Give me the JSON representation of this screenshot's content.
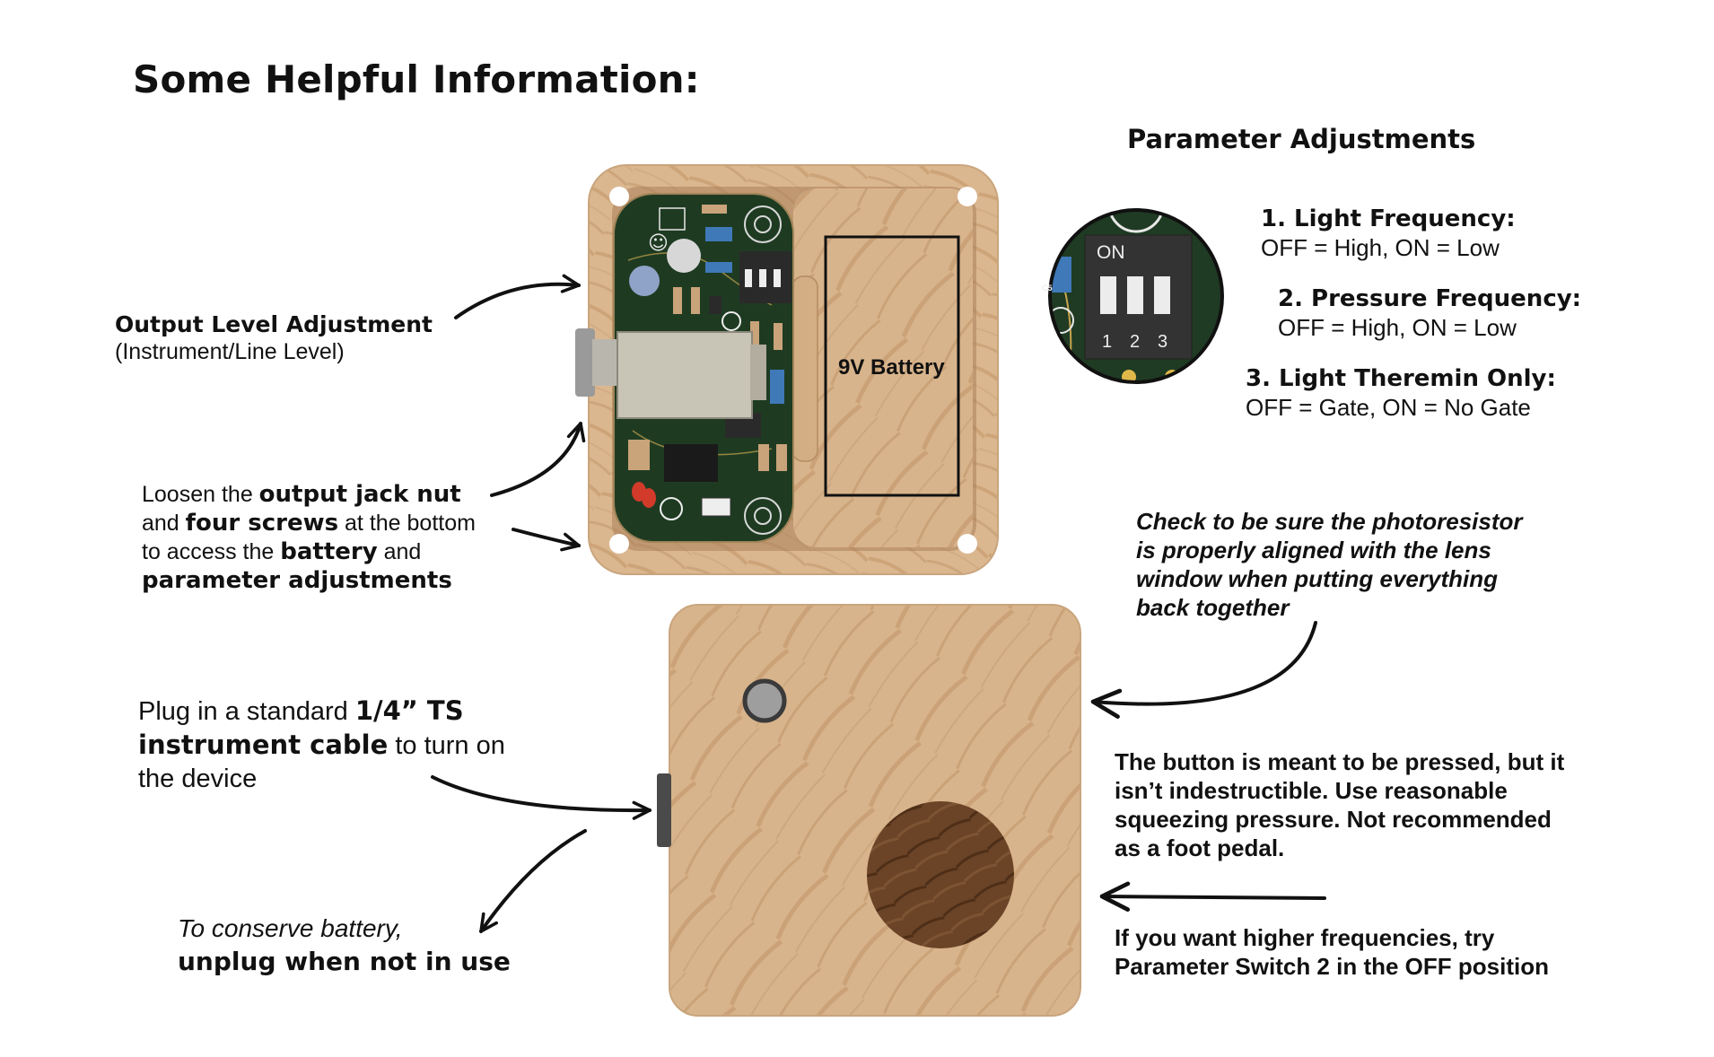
{
  "title": "Some Helpful Information:",
  "output_level": {
    "heading": "Output Level Adjustment",
    "sub": "(Instrument/Line Level)"
  },
  "loosen_note": {
    "l1_a": "Loosen the ",
    "l1_b": "output jack nut",
    "l2_a": "and ",
    "l2_b": "four screws",
    "l2_c": " at the bottom",
    "l3_a": "to access the ",
    "l3_b": "battery",
    "l3_c": " and",
    "l4": "parameter adjustments"
  },
  "battery_label": "9V Battery",
  "dip_switch": {
    "on_label": "ON",
    "numbers": [
      "1",
      "2",
      "3"
    ],
    "pcb_mark": "C5"
  },
  "parameters": {
    "heading": "Parameter Adjustments",
    "items": [
      {
        "title": "1. Light Frequency:",
        "desc": "OFF = High, ON = Low"
      },
      {
        "title": "2. Pressure Frequency:",
        "desc": "OFF = High, ON = Low"
      },
      {
        "title": "3. Light Theremin Only:",
        "desc": "OFF = Gate, ON = No Gate"
      }
    ]
  },
  "photoresistor_note": [
    "Check to be sure the photoresistor",
    "is properly aligned with the lens",
    "window when putting everything",
    "back together"
  ],
  "plug_note": {
    "l1_a": "Plug in a standard ",
    "l1_b": "1/4” TS",
    "l2_a": "instrument cable",
    "l2_b": " to turn on",
    "l3": "the device"
  },
  "conserve_note": {
    "l1": "To conserve battery,",
    "l2": "unplug when not in use"
  },
  "button_note": [
    "The button is meant to be pressed, but it",
    "isn’t indestructible.  Use reasonable",
    "squeezing pressure.  Not recommended",
    "as a foot pedal."
  ],
  "frequency_note": [
    "If you want higher frequencies, try",
    "Parameter Switch 2 in the OFF position"
  ],
  "colors": {
    "wood": "#d9b48e",
    "wood_dark": "#b98f66",
    "pcb": "#1f3a22",
    "arrow": "#111111"
  }
}
